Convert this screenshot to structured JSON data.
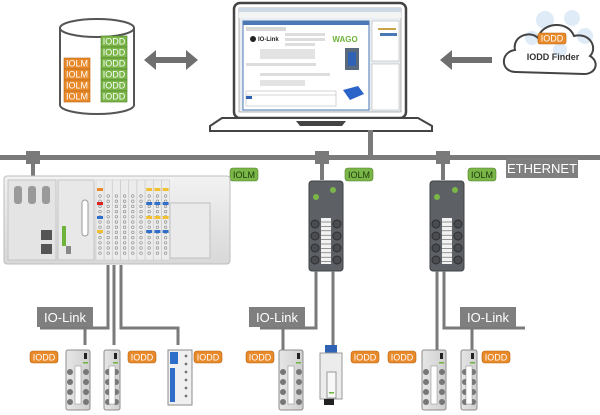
{
  "database": {
    "iolm_labels": [
      "IOLM",
      "IOLM",
      "IOLM",
      "IOLM"
    ],
    "iodd_labels": [
      "IODD",
      "IODD",
      "IODD",
      "IODD",
      "IODD",
      "IODD"
    ]
  },
  "cloud": {
    "title": "IODD Finder",
    "badge": "IODD"
  },
  "arrows": {
    "db_laptop": "bidirectional-arrow",
    "cloud_laptop": "left-arrow"
  },
  "laptop": {
    "screen_app": "IO-Link configuration software",
    "logo_left": "IO-Link",
    "logo_right": "WAGO"
  },
  "network": {
    "ethernet_label": "ETHERNET",
    "iolm_badges": [
      "IOLM",
      "IOLM",
      "IOLM"
    ],
    "iolink_labels": [
      "IO-Link",
      "IO-Link",
      "IO-Link"
    ],
    "iodd_badges": [
      "IODD",
      "IODD",
      "IODD",
      "IODD",
      "IODD",
      "IODD"
    ]
  },
  "colors": {
    "iolm_green": "#7ab648",
    "iodd_orange": "#e8892a",
    "line_gray": "#7a7a7a",
    "device_dark": "#5d6065",
    "label_gray": "#7f7f7f"
  }
}
